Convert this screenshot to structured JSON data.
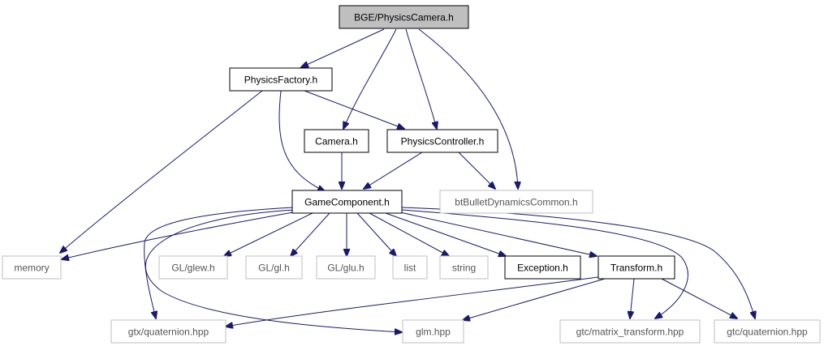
{
  "diagram": {
    "title": "BGE/PhysicsCamera.h",
    "nodes": {
      "physics_camera": "BGE/PhysicsCamera.h",
      "physics_factory": "PhysicsFactory.h",
      "camera": "Camera.h",
      "physics_controller": "PhysicsController.h",
      "bt_bullet": "btBulletDynamicsCommon.h",
      "game_component": "GameComponent.h",
      "memory": "memory",
      "gl_glew": "GL/glew.h",
      "gl_gl": "GL/gl.h",
      "gl_glu": "GL/glu.h",
      "list": "list",
      "string": "string",
      "exception": "Exception.h",
      "transform": "Transform.h",
      "gtx_quaternion": "gtx/quaternion.hpp",
      "glm": "glm.hpp",
      "gtc_matrix_transform": "gtc/matrix_transform.hpp",
      "gtc_quaternion": "gtc/quaternion.hpp"
    },
    "colors": {
      "edge": "#191970",
      "selected_fill": "#bfbfbf",
      "documented_border": "#000000",
      "external_border": "#bfbfbf"
    }
  }
}
